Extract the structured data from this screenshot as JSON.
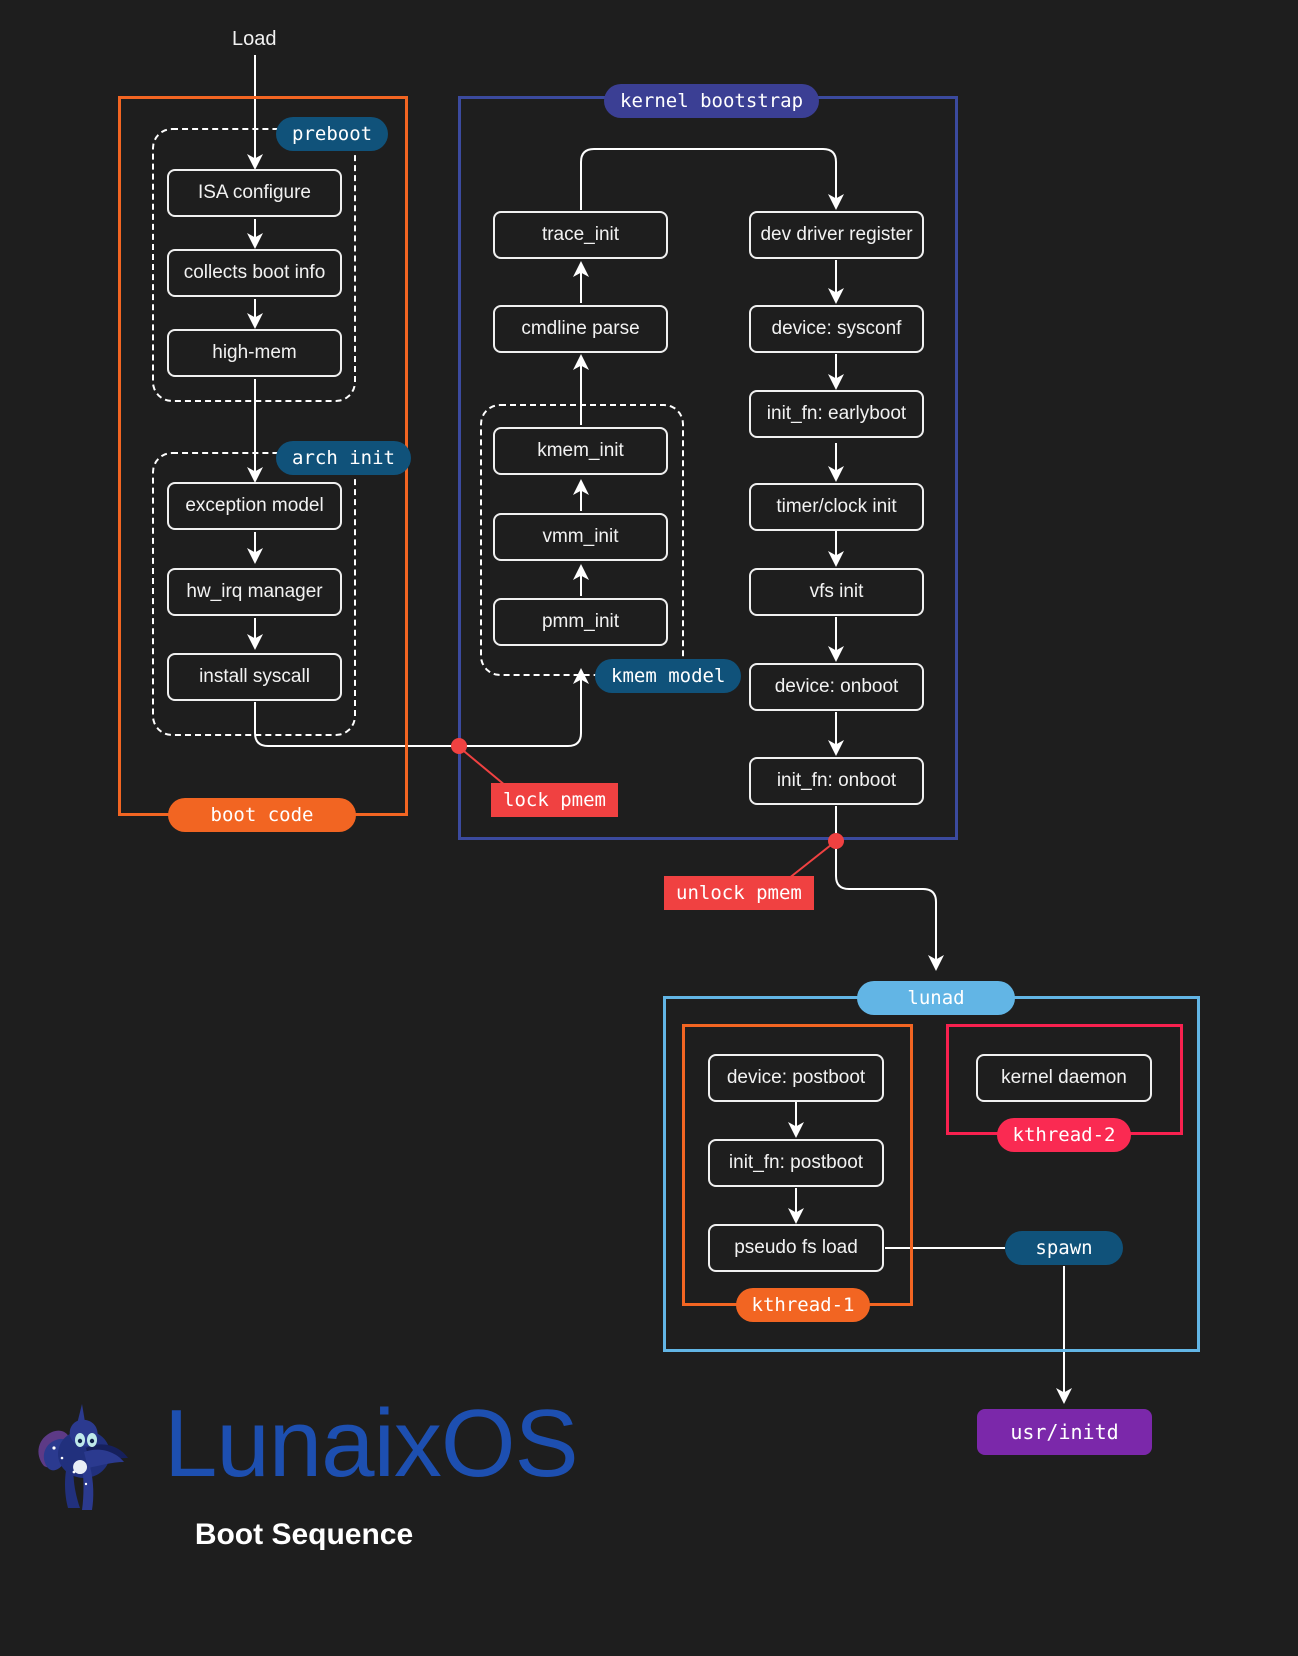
{
  "diagram": {
    "entry_label": "Load",
    "title": "Boot Sequence",
    "brand": "LunaixOS"
  },
  "groups": {
    "boot_code": {
      "label": "boot code",
      "color": "#f26522"
    },
    "kernel_bootstrap": {
      "label": "kernel bootstrap",
      "color": "#3b4a9e"
    },
    "preboot": {
      "label": "preboot",
      "color": "#10527a"
    },
    "arch_init": {
      "label": "arch init",
      "color": "#10527a"
    },
    "kmem_model": {
      "label": "kmem model",
      "color": "#10527a"
    },
    "lunad": {
      "label": "lunad",
      "color": "#62b5e5"
    },
    "kthread1": {
      "label": "kthread-1",
      "color": "#f26522"
    },
    "kthread2": {
      "label": "kthread-2",
      "color": "#fa2a52"
    }
  },
  "nodes": {
    "isa_configure": "ISA configure",
    "collects_boot_info": "collects boot info",
    "high_mem": "high-mem",
    "exception_model": "exception model",
    "hw_irq_manager": "hw_irq manager",
    "install_syscall": "install syscall",
    "trace_init": "trace_init",
    "cmdline_parse": "cmdline parse",
    "kmem_init": "kmem_init",
    "vmm_init": "vmm_init",
    "pmm_init": "pmm_init",
    "dev_driver_register": "dev driver register",
    "device_sysconf": "device: sysconf",
    "init_fn_earlyboot": "init_fn: earlyboot",
    "timer_clock_init": "timer/clock init",
    "vfs_init": "vfs init",
    "device_onboot": "device: onboot",
    "init_fn_onboot": "init_fn: onboot",
    "device_postboot": "device: postboot",
    "init_fn_postboot": "init_fn: postboot",
    "pseudo_fs_load": "pseudo fs load",
    "kernel_daemon": "kernel daemon"
  },
  "annotations": {
    "lock_pmem": "lock pmem",
    "unlock_pmem": "unlock pmem",
    "spawn": "spawn",
    "usr_initd": "usr/initd"
  },
  "colors": {
    "background": "#1e1e1e",
    "node_border": "#f0f0f0",
    "accent_orange": "#f26522",
    "accent_indigo": "#3b4a9e",
    "accent_sky": "#62b5e5",
    "accent_red": "#f04141",
    "accent_purple": "#7b28aa",
    "brand_blue": "#1d4fb0"
  }
}
